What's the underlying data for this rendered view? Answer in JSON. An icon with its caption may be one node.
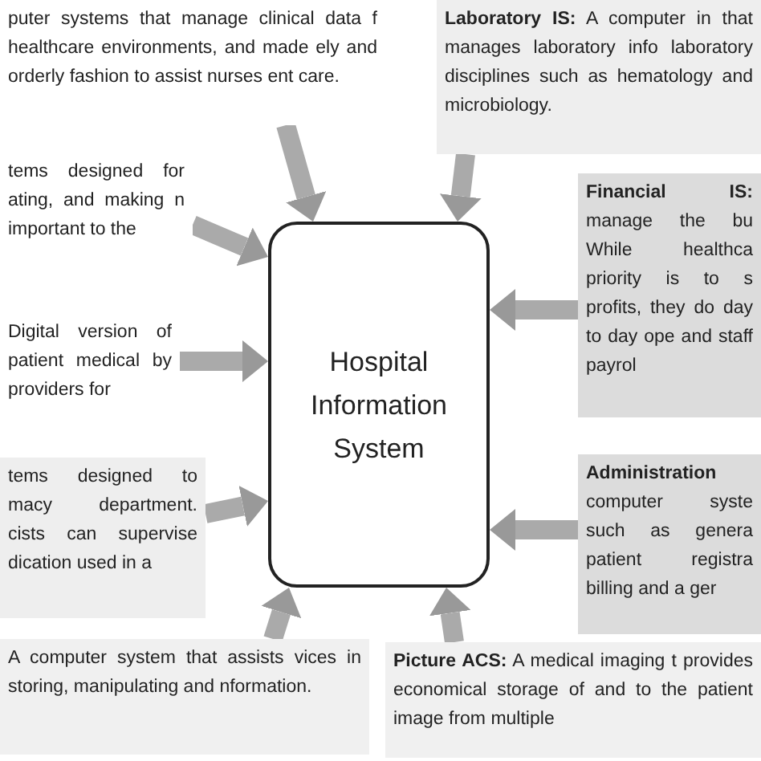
{
  "diagram": {
    "nodes": [
      {
        "text": [
          "Hospital Information System"
        ]
      },
      {
        "text": [
          "puter systems that manage clinical data f healthcare environments, and made ely and orderly fashion to assist nurses ent care."
        ]
      },
      {
        "text": [
          "tems designed for ating, and making n important to the"
        ]
      },
      {
        "text": [
          "Digital version of patient medical by providers for"
        ]
      },
      {
        "text": [
          "tems designed to macy department. cists can supervise dication used in a"
        ]
      },
      {
        "text": [
          "A computer system that assists vices in storing, manipulating and nformation."
        ]
      },
      {
        "text": [
          "**Laboratory IS:** A computer in that manages laboratory info laboratory disciplines such as hematology and microbiology."
        ]
      },
      {
        "text": [
          "**Financial IS:** manage the bu While healthca priority is to s profits, they do day to day ope and staff payrol"
        ]
      },
      {
        "text": [
          "**Administration** computer syste such as genera patient registra billing and a ger"
        ]
      },
      {
        "text": [
          "**Picture ACS:** A medical imaging t provides economical storage of and to the patient image from multiple"
        ]
      }
    ],
    "edges": [
      {
        "from": 1,
        "to": 0,
        "arrow": "to"
      },
      {
        "from": 2,
        "to": 0,
        "arrow": "to"
      },
      {
        "from": 3,
        "to": 0,
        "arrow": "to"
      },
      {
        "from": 4,
        "to": 0,
        "arrow": "to"
      },
      {
        "from": 5,
        "to": 0,
        "arrow": "to"
      },
      {
        "from": 6,
        "to": 0,
        "arrow": "to"
      },
      {
        "from": 7,
        "to": 0,
        "arrow": "to"
      },
      {
        "from": 8,
        "to": 0,
        "arrow": "to"
      },
      {
        "from": 9,
        "to": 0,
        "arrow": "to"
      }
    ]
  }
}
